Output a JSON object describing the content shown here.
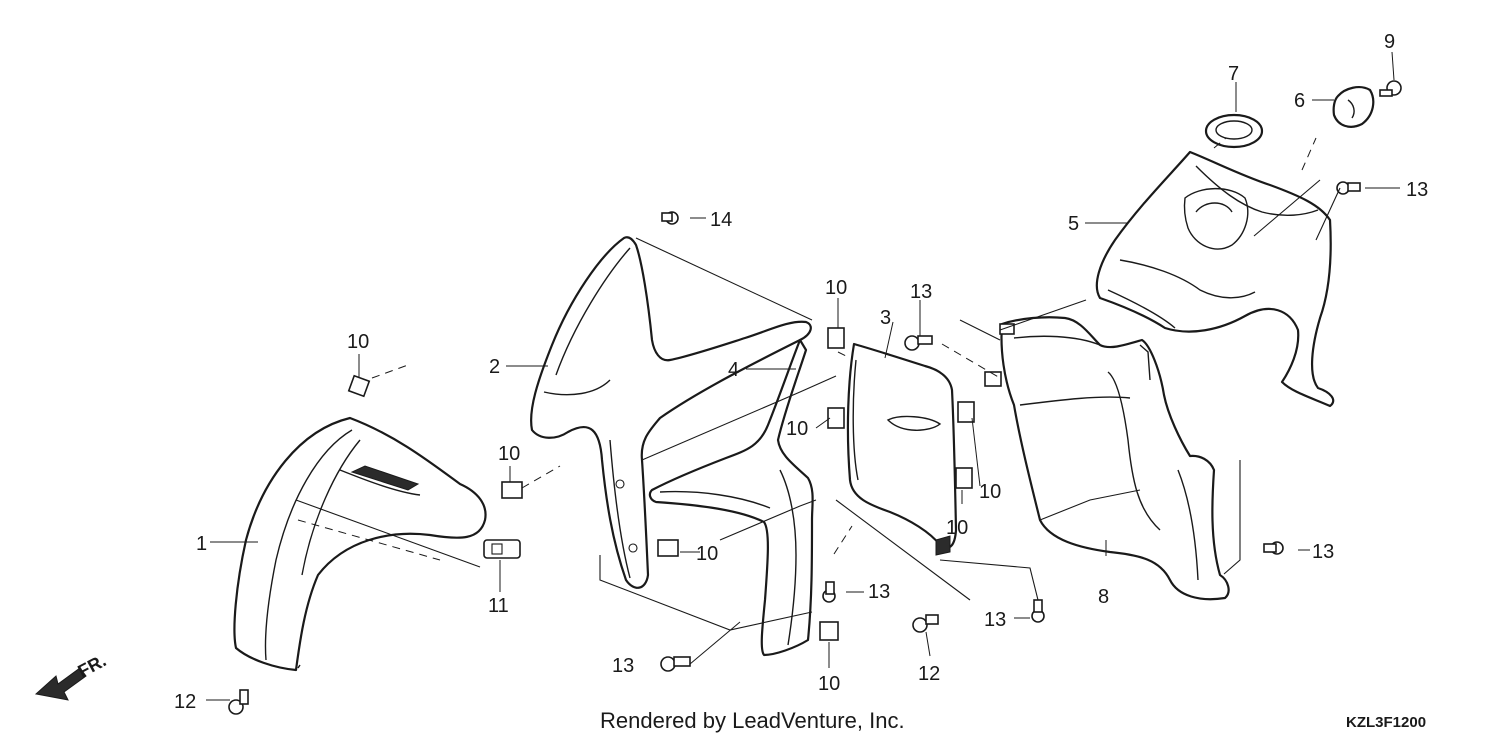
{
  "labels": {
    "p1": "1",
    "p2": "2",
    "p3": "3",
    "p4": "4",
    "p5": "5",
    "p6": "6",
    "p7": "7",
    "p8": "8",
    "p9": "9",
    "p10a": "10",
    "p10b": "10",
    "p10c": "10",
    "p10d": "10",
    "p10e": "10",
    "p10f": "10",
    "p10g": "10",
    "p10h": "10",
    "p11": "11",
    "p12a": "12",
    "p12b": "12",
    "p13a": "13",
    "p13b": "13",
    "p13c": "13",
    "p13d": "13",
    "p13e": "13",
    "p13f": "13",
    "p14": "14"
  },
  "direction": "FR.",
  "credit": "Rendered by LeadVenture, Inc.",
  "diagram_code": "KZL3F1200"
}
